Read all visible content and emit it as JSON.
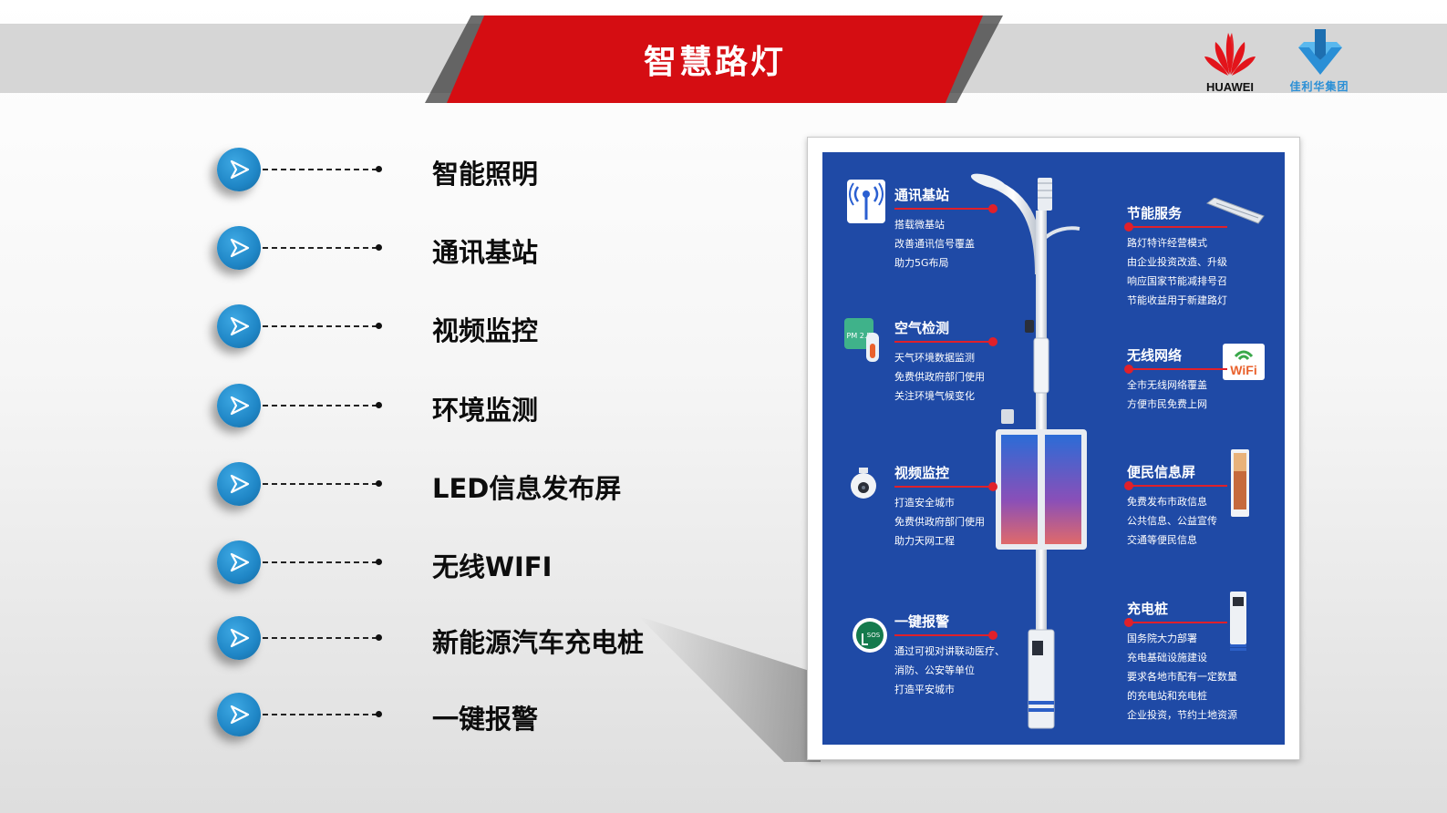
{
  "header": {
    "title": "智慧路灯"
  },
  "logos": {
    "huawei": "HUAWEI",
    "jialihua": "佳利华集团"
  },
  "features": [
    "智能照明",
    "通讯基站",
    "视频监控",
    "环境监测",
    "LED信息发布屏",
    "无线WIFI",
    "新能源汽车充电桩",
    "一键报警"
  ],
  "poster": {
    "left": [
      {
        "title": "通讯基站",
        "lines": [
          "搭载微基站",
          "改善通讯信号覆盖",
          "助力5G布局"
        ]
      },
      {
        "title": "空气检测",
        "lines": [
          "天气环境数据监测",
          "免费供政府部门使用",
          "关注环境气候变化"
        ]
      },
      {
        "title": "视频监控",
        "lines": [
          "打造安全城市",
          "免费供政府部门使用",
          "助力天网工程"
        ]
      },
      {
        "title": "一键报警",
        "lines": [
          "通过可视对讲联动医疗、",
          "消防、公安等单位",
          "打造平安城市"
        ]
      }
    ],
    "right": [
      {
        "title": "节能服务",
        "lines": [
          "路灯特许经营模式",
          "由企业投资改造、升级",
          "响应国家节能减排号召",
          "节能收益用于新建路灯"
        ]
      },
      {
        "title": "无线网络",
        "lines": [
          "全市无线网络覆盖",
          "方便市民免费上网"
        ]
      },
      {
        "title": "便民信息屏",
        "lines": [
          "免费发布市政信息",
          "公共信息、公益宣传",
          "交通等便民信息"
        ]
      },
      {
        "title": "充电桩",
        "lines": [
          "国务院大力部署",
          "充电基础设施建设",
          "要求各地市配有一定数量",
          "的充电站和充电桩",
          "企业投资，节约土地资源"
        ]
      }
    ],
    "icon_labels": {
      "pm": "PM 2.5",
      "sos": "SOS",
      "wifi": "WiFi"
    }
  },
  "colors": {
    "accent_red": "#d50d12",
    "circle_blue": "#1f86c6",
    "poster_blue": "#1f4aa6"
  }
}
